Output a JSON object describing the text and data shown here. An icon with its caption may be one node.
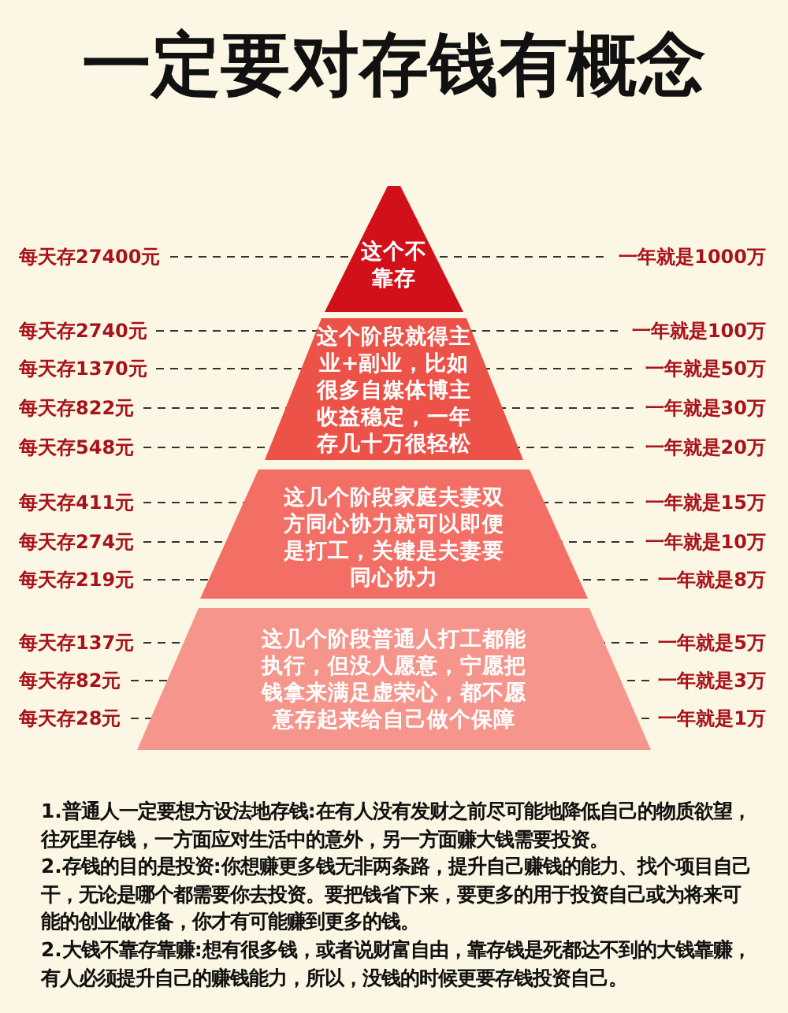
{
  "diagram": {
    "title": "一定要对**存钱**有概念",
    "nodes": [
      {
        "text": [
          "这个不靠存"
        ]
      },
      {
        "text": [
          "这个阶段就得主业+副业，比如很多自媒体博主收益稳定，一年存几十万很轻松"
        ]
      },
      {
        "text": [
          "这几个阶段家庭夫妻双方同心协力就可以即便是打工，关键是夫妻要同心协力"
        ]
      },
      {
        "text": [
          "这几个阶段普通人打工都能执行，但没人愿意，宁愿把钱拿来满足虚荣心，都不愿意存起来给自己做个保障"
        ]
      }
    ],
    "labels": [
      "每天存27400元",
      "一年就是1000万",
      "每天存2740元",
      "一年就是100万",
      "每天存1370元",
      "一年就是50万",
      "每天存822元",
      "一年就是30万",
      "每天存548元",
      "一年就是20万",
      "每天存411元",
      "一年就是15万",
      "每天存274元",
      "一年就是10万",
      "每天存219元",
      "一年就是8万",
      "每天存137元",
      "一年就是5万",
      "每天存82元",
      "一年就是3万",
      "每天存28元",
      "一年就是1万",
      "1.**普通人一定要想方设法地存钱**:在有人没有发财之前尽可能地降低自己的物质欲望，往死里存钱，一方面应对生活中的意外，另一方面赚大钱需要投资。",
      "2.**存钱的目的是投资**:你想赚更多钱无非两条路，提升自己赚钱的能力、找个项目自己干，无论是哪个都需要你去投资。要把钱省下来，要更多的用于投资自己或为将来可能的创业做准备，你才有可能赚到更多的钱。",
      "2.**大钱不靠存靠赚**:想有很多钱，或者说财富自由，靠存钱是死都达不到的大钱靠赚，有人必须提升自己的赚钱能力，所以，没钱的时候更要存钱投资自己。"
    ]
  }
}
